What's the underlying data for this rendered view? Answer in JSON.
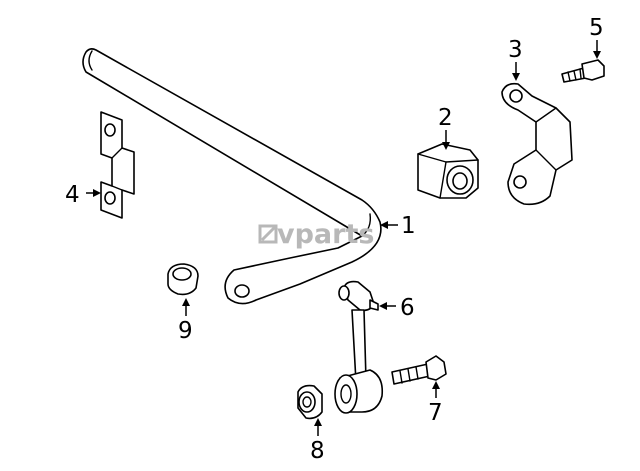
{
  "callouts": {
    "c1": "1",
    "c2": "2",
    "c3": "3",
    "c4": "4",
    "c5": "5",
    "c6": "6",
    "c7": "7",
    "c8": "8",
    "c9": "9"
  },
  "watermark": {
    "text": "vparts"
  },
  "colors": {
    "ink": "#000000",
    "watermark": "#b8b8b8"
  }
}
